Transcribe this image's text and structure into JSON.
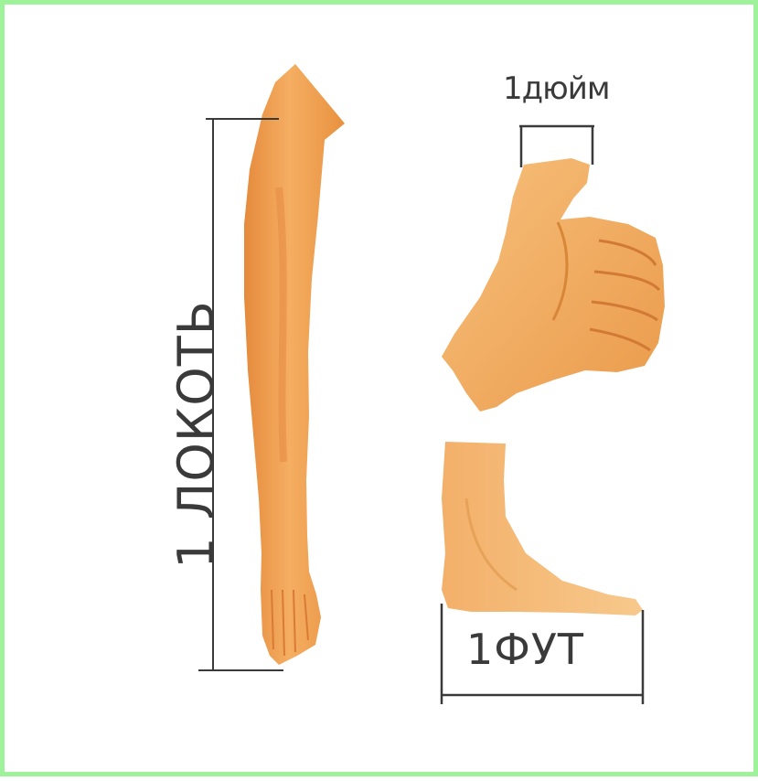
{
  "figure": {
    "labels": {
      "elbow": "1 ЛОКОТЬ",
      "inch": "1дюйм",
      "foot": "1ФУТ"
    },
    "parts": [
      "forearm",
      "thumb-hand",
      "foot"
    ],
    "colors": {
      "skin": "#f3a455",
      "skin_light": "#f7c27e",
      "skin_dark": "#dd7a2e",
      "line": "#3a3a3a",
      "frame": "#9ef29a"
    }
  }
}
